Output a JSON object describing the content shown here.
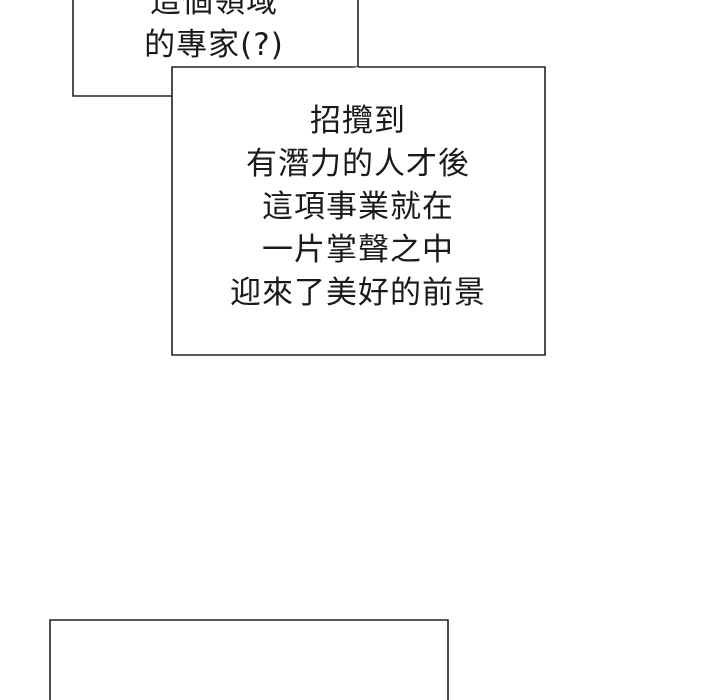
{
  "caption_upper": {
    "lines": [
      "這個領域",
      "的專家(?)"
    ]
  },
  "caption_main": {
    "lines": [
      "招攬到",
      "有潛力的人才後",
      "這項事業就在",
      "一片掌聲之中",
      "迎來了美好的前景"
    ]
  }
}
